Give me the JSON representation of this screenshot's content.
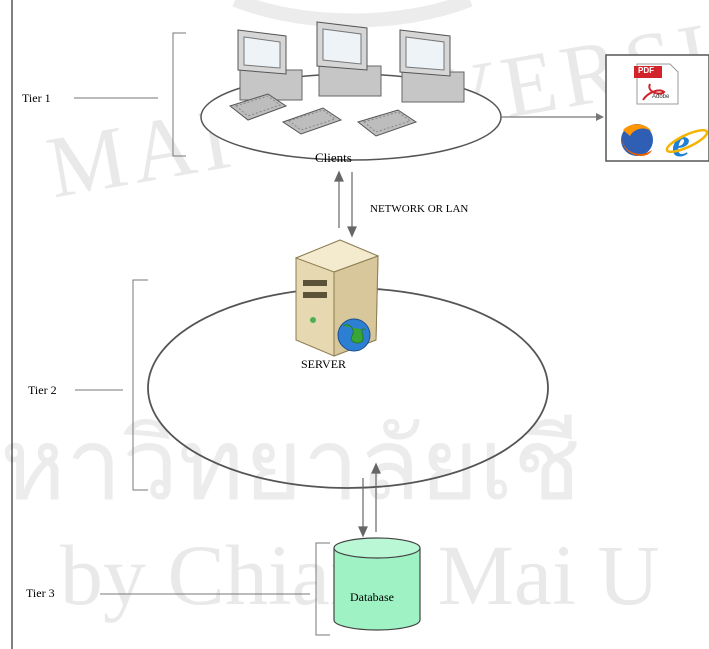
{
  "diagram": {
    "tier_labels": [
      "Tier 1",
      "Tier 2",
      "Tier 3"
    ],
    "clients_label": "Clients",
    "network_label": "NETWORK OR LAN",
    "server_label": "SERVER",
    "database_label": "Database",
    "output_icons": [
      "pdf-icon",
      "firefox-icon",
      "internet-explorer-icon"
    ],
    "pdf_badge": "PDF",
    "adobe_text": "Adobe"
  },
  "watermark": {
    "top_text": "MAI UNIVERSITY",
    "thai_text": "หาวิทยาลัยเชี",
    "bottom_text": "by Chiang Mai U"
  },
  "colors": {
    "database_fill": "#9ff2c4",
    "server_body": "#efe2bd",
    "ellipse_stroke": "#555555",
    "watermark": "#e6e6e6"
  }
}
